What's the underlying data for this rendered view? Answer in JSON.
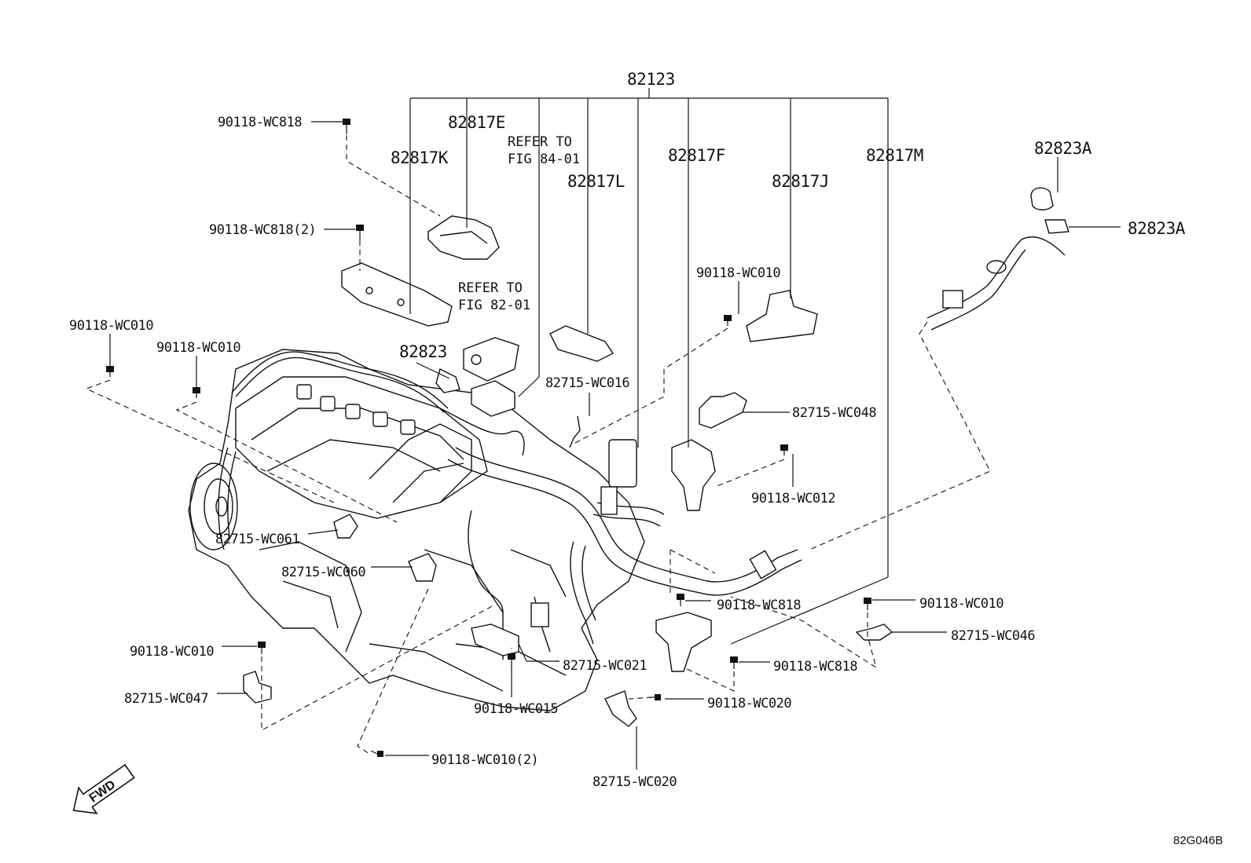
{
  "diagram": {
    "figure_code": "82G046B",
    "fwd_label": "FWD",
    "labels": {
      "main_harness": "82123",
      "p82817E": "82817E",
      "p82817K": "82817K",
      "ref84_line1": "REFER TO",
      "ref84_line2": "FIG 84-01",
      "p82817L": "82817L",
      "p82817F": "82817F",
      "p82817J": "82817J",
      "p82817M": "82817M",
      "p82823A_top": "82823A",
      "p82823A_right": "82823A",
      "ref82_line1": "REFER TO",
      "ref82_line2": "FIG 82-01",
      "p82823": "82823",
      "bolt_wc818_top": "90118-WC818",
      "bolt_wc818_2": "90118-WC818(2)",
      "bolt_wc010_left": "90118-WC010",
      "bolt_wc010_mid": "90118-WC010",
      "bolt_wc010_right_up": "90118-WC010",
      "clamp_wc016": "82715-WC016",
      "clamp_wc048": "82715-WC048",
      "bolt_wc012": "90118-WC012",
      "clamp_wc061": "82715-WC061",
      "clamp_wc060": "82715-WC060",
      "bolt_wc818_mid": "90118-WC818",
      "bolt_wc010_br": "90118-WC010",
      "clamp_wc046": "82715-WC046",
      "bolt_wc010_bl": "90118-WC010",
      "clamp_wc021": "82715-WC021",
      "bolt_wc818_low": "90118-WC818",
      "clamp_wc047": "82715-WC047",
      "bolt_wc015": "90118-WC015",
      "bolt_wc020": "90118-WC020",
      "bolt_wc010_2": "90118-WC010(2)",
      "clamp_wc020": "82715-WC020"
    }
  }
}
